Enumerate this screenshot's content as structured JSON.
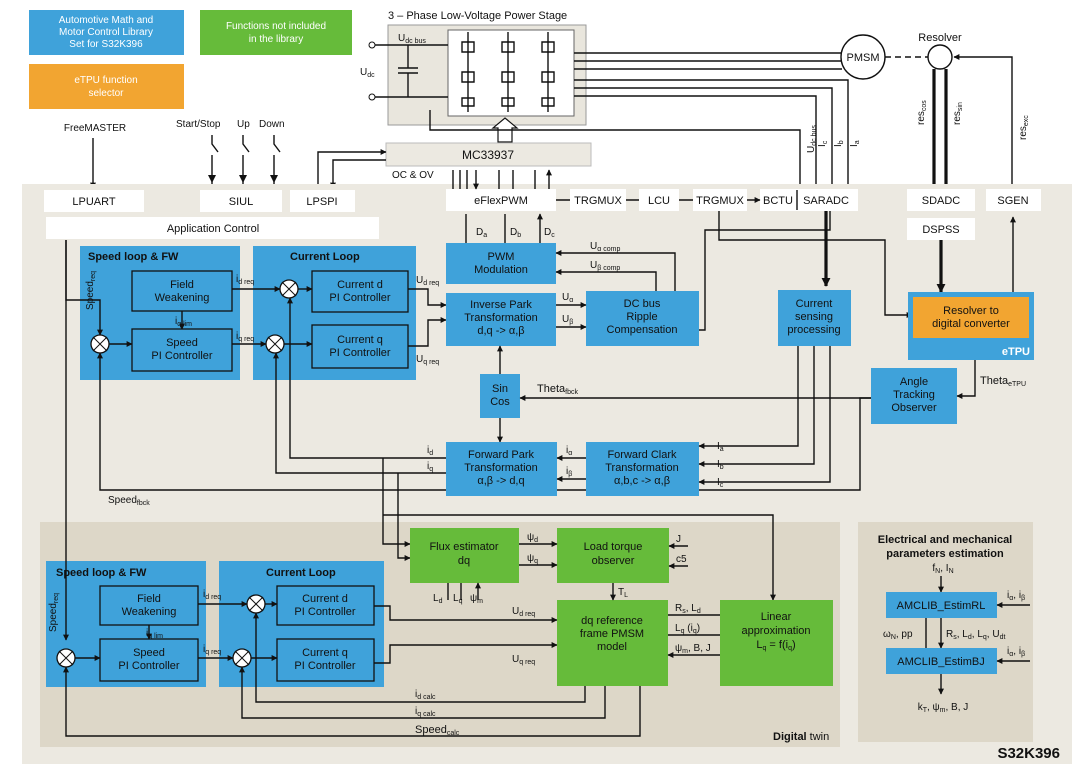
{
  "legend": {
    "library": "Automotive Math and Motor Control Library Set for S32K396",
    "library_l1": "Automotive Math and",
    "library_l2": "Motor Control Library",
    "library_l3": "Set for S32K396",
    "not_included_l1": "Functions not included",
    "not_included_l2": "in the library",
    "etpu_l1": "eTPU function",
    "etpu_l2": "selector"
  },
  "power": {
    "title": "3 – Phase Low-Voltage Power Stage",
    "udc_bus": "U",
    "udc_bus_sub": "dc bus",
    "udc": "U",
    "udc_sub": "dc",
    "pmsm": "PMSM",
    "resolver": "Resolver",
    "mc33937": "MC33937",
    "oc_ov": "OC & OV",
    "res_cos": "res",
    "res_cos_sub": "cos",
    "res_sin": "res",
    "res_sin_sub": "sin",
    "res_exc": "res",
    "res_exc_sub": "exc",
    "v_udcbus": "U",
    "v_udcbus_sub": "dc bus",
    "v_ic": "I",
    "v_ic_sub": "c",
    "v_ib": "I",
    "v_ib_sub": "b",
    "v_ia": "I",
    "v_ia_sub": "a"
  },
  "inputs": {
    "freemaster": "FreeMASTER",
    "start_stop": "Start/Stop",
    "up": "Up",
    "down": "Down"
  },
  "periph": {
    "lpuart": "LPUART",
    "siul": "SIUL",
    "lpspi": "LPSPI",
    "eflexpwm": "eFlexPWM",
    "trgmux1": "TRGMUX",
    "lcu": "LCU",
    "trgmux2": "TRGMUX",
    "bctu": "BCTU",
    "saradc": "SARADC",
    "sdadc": "SDADC",
    "sgen": "SGEN",
    "dspss": "DSPSS",
    "app_control": "Application Control"
  },
  "control": {
    "speed_loop_title": "Speed loop & FW",
    "current_loop_title": "Current Loop",
    "field_weak_l1": "Field",
    "field_weak_l2": "Weakening",
    "speed_pi_l1": "Speed",
    "speed_pi_l2": "PI Controller",
    "curr_d_l1": "Current d",
    "curr_d_l2": "PI Controller",
    "curr_q_l1": "Current q",
    "curr_q_l2": "PI Controller",
    "pwm_mod_l1": "PWM",
    "pwm_mod_l2": "Modulation",
    "inv_park_l1": "Inverse Park",
    "inv_park_l2": "Transformation",
    "inv_park_l3": "d,q -> α,β",
    "dcbus_l1": "DC bus",
    "dcbus_l2": "Ripple",
    "dcbus_l3": "Compensation",
    "sincos_l1": "Sin",
    "sincos_l2": "Cos",
    "fwd_park_l1": "Forward Park",
    "fwd_park_l2": "Transformation",
    "fwd_park_l3": "α,β -> d,q",
    "fwd_clark_l1": "Forward Clark",
    "fwd_clark_l2": "Transformation",
    "fwd_clark_l3": "α,b,c -> α,β",
    "cur_sense_l1": "Current",
    "cur_sense_l2": "sensing",
    "cur_sense_l3": "processing",
    "rdc_l1": "Resolver to",
    "rdc_l2": "digital converter",
    "etpu": "eTPU",
    "ato_l1": "Angle",
    "ato_l2": "Tracking",
    "ato_l3": "Observer",
    "speed_req": "Speed",
    "speed_req_sub": "req",
    "id_req": "i",
    "id_req_sub": "d req",
    "iq_lim": "i",
    "iq_lim_sub": "q lim",
    "iq_req": "i",
    "iq_req_sub": "q req",
    "ud_req": "U",
    "ud_req_sub": "d req",
    "uq_req": "U",
    "uq_req_sub": "q req",
    "ualpha": "U",
    "ualpha_sub": "α",
    "ubeta": "U",
    "ubeta_sub": "β",
    "ua_comp": "U",
    "ua_comp_sub": "α comp",
    "ub_comp": "U",
    "ub_comp_sub": "β comp",
    "da": "D",
    "da_sub": "a",
    "db": "D",
    "db_sub": "b",
    "dc": "D",
    "dc_sub": "c",
    "theta_fbck": "Theta",
    "theta_fbck_sub": "fbck",
    "theta_etpu": "Theta",
    "theta_etpu_sub": "eTPU",
    "id": "i",
    "id_sub": "d",
    "iq": "i",
    "iq_sub": "q",
    "ia": "i",
    "ia_sub": "α",
    "ib": "i",
    "ib_sub": "β",
    "Ia": "I",
    "Ia_sub": "a",
    "Ib": "I",
    "Ib_sub": "b",
    "Ic": "I",
    "Ic_sub": "c",
    "speed_fbck": "Speed",
    "speed_fbck_sub": "fbck"
  },
  "twin": {
    "label_bold": "Digital",
    "label_rest": " twin",
    "speed_loop_title": "Speed loop & FW",
    "current_loop_title": "Current Loop",
    "field_weak_l1": "Field",
    "field_weak_l2": "Weakening",
    "speed_pi_l1": "Speed",
    "speed_pi_l2": "PI Controller",
    "curr_d_l1": "Current d",
    "curr_d_l2": "PI Controller",
    "curr_q_l1": "Current q",
    "curr_q_l2": "PI Controller",
    "flux_l1": "Flux estimator",
    "flux_l2": "dq",
    "load_l1": "Load torque",
    "load_l2": "observer",
    "pmsm_l1": "dq reference",
    "pmsm_l2": "frame PMSM",
    "pmsm_l3": "model",
    "lin_l1": "Linear",
    "lin_l2": "approximation",
    "lin_l3": "L",
    "lin_l3_sub": "q",
    "lin_l3_rest": " = f(i",
    "lin_l3_sub2": "q",
    "lin_l3_end": ")",
    "psi_d": "ψ",
    "psi_d_sub": "d",
    "psi_q": "ψ",
    "psi_q_sub": "q",
    "J": "J",
    "c5": "c5",
    "TL": "T",
    "TL_sub": "L",
    "Ld": "L",
    "Ld_sub": "d",
    "Lq": "L",
    "Lq_sub": "q",
    "psim": "ψ",
    "psim_sub": "m",
    "Rs_Ld": "R",
    "Rs_Ld_sub": "s",
    "Rs_Ld_rest": ", L",
    "Rs_Ld_sub2": "d",
    "Lq_iq": "L",
    "Lq_iq_sub": "q",
    "Lq_iq_rest": " (i",
    "Lq_iq_sub2": "q",
    "Lq_iq_end": ")",
    "psim_BJ": "ψ",
    "psim_BJ_sub": "m",
    "psim_BJ_rest": ", B, J",
    "speed_req": "Speed",
    "speed_req_sub": "req",
    "id_req": "i",
    "id_req_sub": "d req",
    "iq_lim": "i",
    "iq_lim_sub": "q lim",
    "iq_req": "i",
    "iq_req_sub": "q req",
    "ud_req": "U",
    "ud_req_sub": "d req",
    "uq_req": "U",
    "uq_req_sub": "q req",
    "id_calc": "i",
    "id_calc_sub": "d calc",
    "iq_calc": "i",
    "iq_calc_sub": "q calc",
    "speed_calc": "Speed",
    "speed_calc_sub": "calc"
  },
  "estim": {
    "title_l1": "Electrical and mechanical",
    "title_l2": "parameters estimation",
    "fN": "f",
    "fN_sub": "N",
    "fN_rest": ", I",
    "fN_sub2": "N",
    "estimRL": "AMCLIB_EstimRL",
    "estimBJ": "AMCLIB_EstimBJ",
    "iab1": "i",
    "iab1_sub": "α",
    "iab1_rest": ", i",
    "iab1_sub2": "β",
    "iab2": "i",
    "iab2_sub": "α",
    "iab2_rest": ", i",
    "iab2_sub2": "β",
    "wn_pp": "ω",
    "wn_pp_sub": "N",
    "wn_pp_rest": ", pp",
    "rs_l": "R",
    "rs_l_sub": "s",
    "rs_l_rest": ", L",
    "rs_l_sub2": "d",
    "rs_l_rest2": ", L",
    "rs_l_sub3": "q",
    "rs_l_rest3": ", U",
    "rs_l_sub4": "dt",
    "out": "k",
    "out_sub": "T",
    "out_rest": ", ψ",
    "out_sub2": "m",
    "out_rest2": ", B, J"
  },
  "chip": "S32K396",
  "colors": {
    "library_blue": "#3fa2da",
    "not_included_green": "#66bb3a",
    "etpu_orange": "#f2a531",
    "panel_beige": "#ece9e1"
  }
}
